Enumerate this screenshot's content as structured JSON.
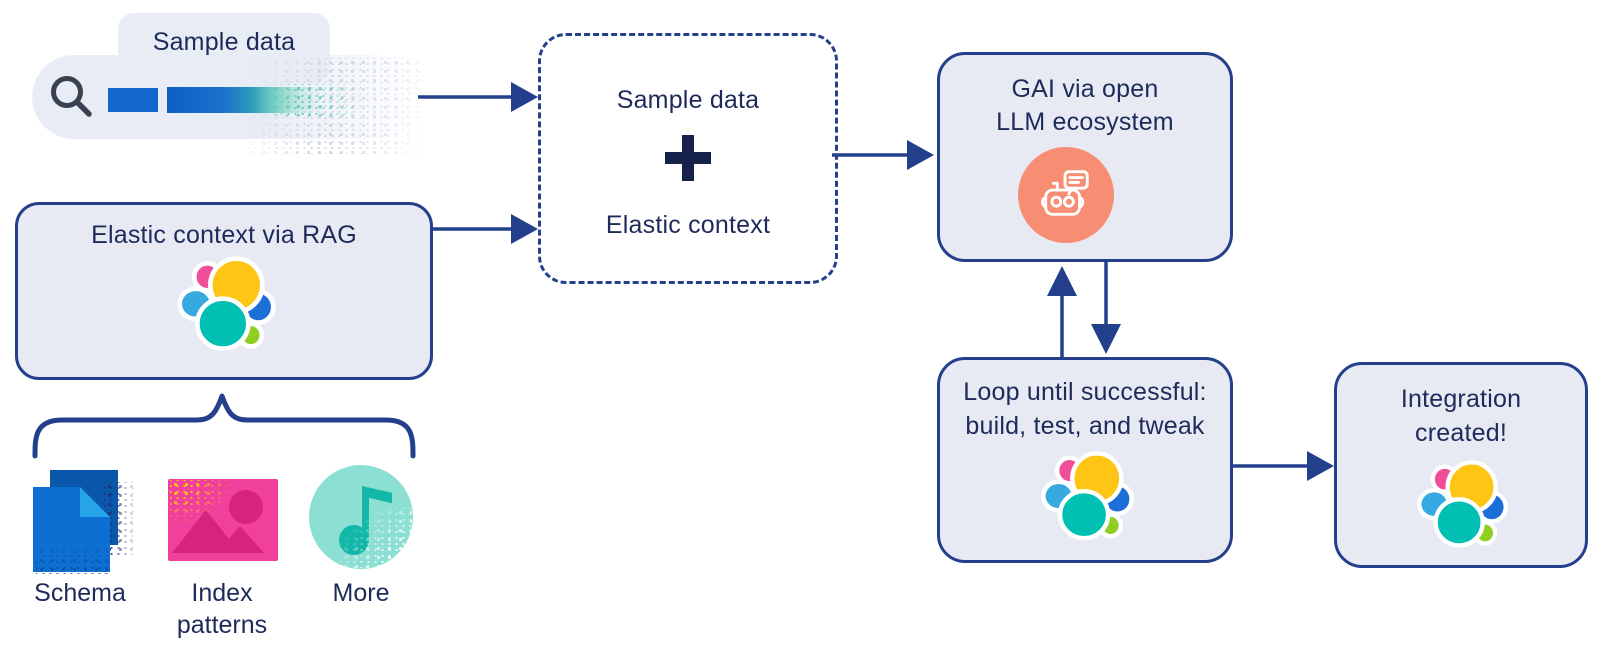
{
  "colors": {
    "canvas_bg": "#FFFFFF",
    "box_fill": "#E7EAF3",
    "box_border": "#24408C",
    "arrow_navy": "#24408C",
    "text_navy": "#1D2A5A",
    "plus_navy": "#16224C",
    "coral": "#F78D72",
    "speckle_gray": "#C7CEDF",
    "search_icon_gray": "#3A4150",
    "data_bar_blue": "#1467CA",
    "data_bar_teal": "#4CC7AD",
    "elastic_logo": {
      "pink": "#F04E98",
      "yellow": "#FEC514",
      "light_blue": "#36A9E1",
      "blue": "#1D6FD8",
      "teal": "#00BFB3",
      "green": "#8FCE22"
    },
    "schema_back_blue": "#0A57AC",
    "schema_front_blue": "#0D6FD2",
    "schema_fold_blue": "#26A3E9",
    "image_pink": "#F0409C",
    "image_dark_pink": "#D6237F",
    "speckle_yellow": "#FFC515",
    "music_circle_teal": "#8CE0D3",
    "music_note_teal": "#14B8A8"
  },
  "sample_data_source": {
    "label": "Sample data",
    "icon": "search-icon"
  },
  "elastic_context_box": {
    "title": "Elastic context via RAG",
    "icon": "elastic-logo"
  },
  "context_sources": [
    {
      "label": "Schema",
      "icon": "documents-icon"
    },
    {
      "label": "Index patterns",
      "icon": "image-icon"
    },
    {
      "label": "More",
      "icon": "music-note-icon"
    }
  ],
  "combine_box": {
    "top_label": "Sample data",
    "operator": "+",
    "bottom_label": "Elastic context"
  },
  "gai_box": {
    "title_line1": "GAI via open",
    "title_line2": "LLM ecosystem",
    "icon": "robot-chat-icon"
  },
  "loop_box": {
    "title_line1": "Loop until successful:",
    "title_line2": "build, test, and tweak",
    "icon": "elastic-logo"
  },
  "integration_box": {
    "title_line1": "Integration",
    "title_line2": "created!",
    "icon": "elastic-logo"
  }
}
